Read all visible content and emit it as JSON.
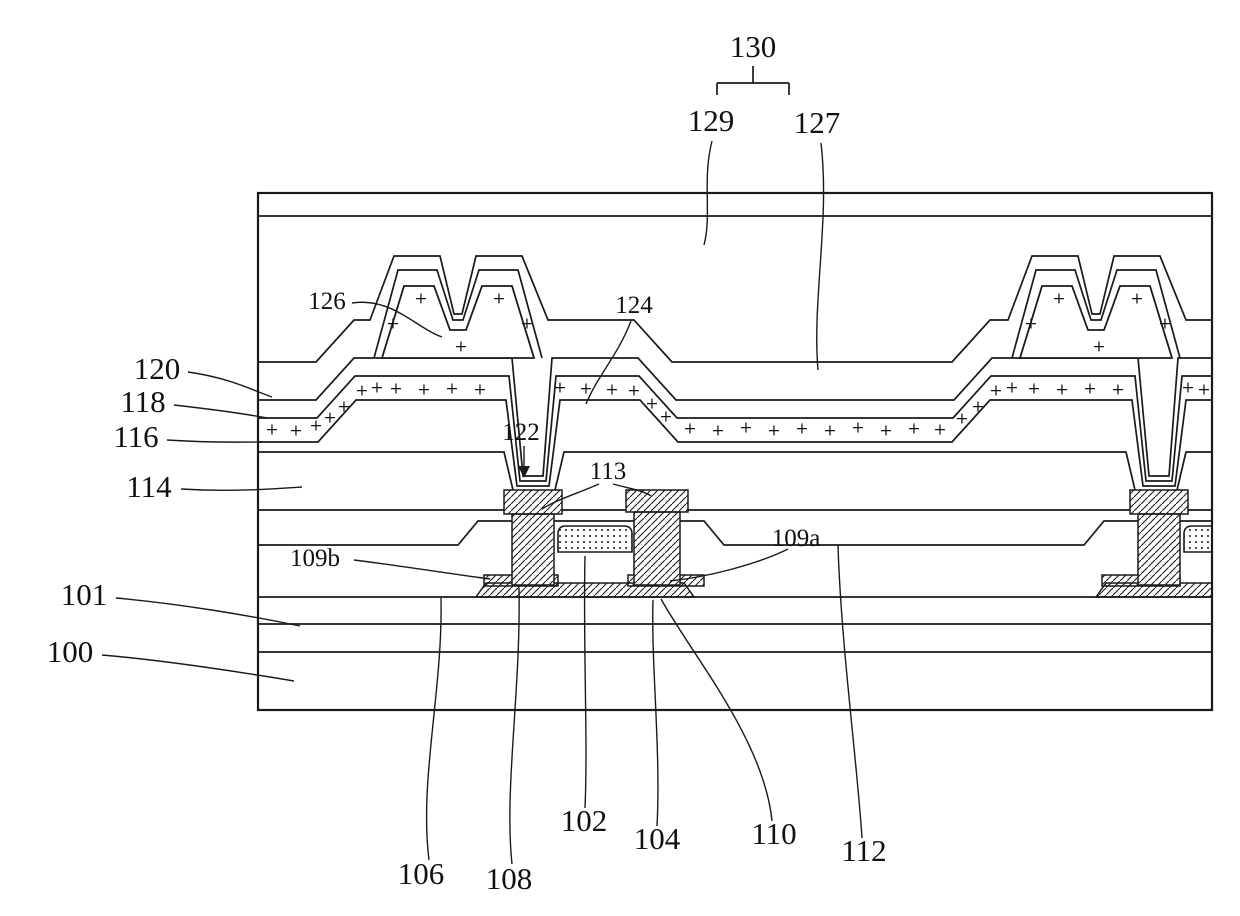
{
  "figure": {
    "reference_labels": {
      "r130": "130",
      "r129": "129",
      "r127": "127",
      "r126": "126",
      "r124": "124",
      "r122": "122",
      "r120": "120",
      "r118": "118",
      "r116": "116",
      "r114": "114",
      "r113": "113",
      "r112": "112",
      "r110": "110",
      "r109a": "109a",
      "r109b": "109b",
      "r108": "108",
      "r106": "106",
      "r104": "104",
      "r102": "102",
      "r101": "101",
      "r100": "100"
    },
    "colors": {
      "line": "#1a1a1a",
      "background": "#ffffff"
    }
  }
}
